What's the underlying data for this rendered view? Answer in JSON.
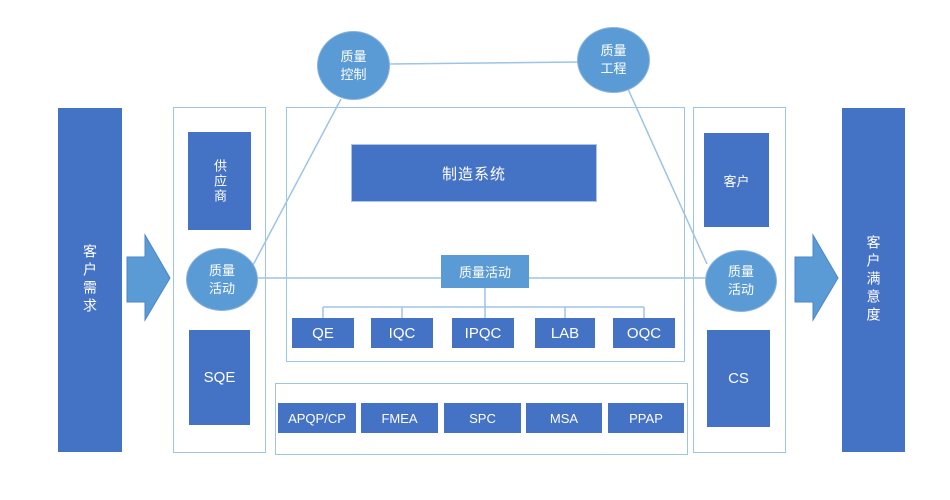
{
  "colors": {
    "dark_blue": "#4472C4",
    "light_blue": "#5B9BD5",
    "line_blue": "#9DC3E6",
    "text_white": "#FFFFFF"
  },
  "left_bar": {
    "label": "客户需求"
  },
  "right_bar": {
    "label": "客户满意度"
  },
  "flow_circles": {
    "quality_control": "质量\n控制",
    "quality_engineering": "质量\n工程",
    "left_quality_activity": "质量\n活动",
    "right_quality_activity": "质量\n活动"
  },
  "supplier_column": {
    "supplier": "供应商",
    "sqe": "SQE"
  },
  "customer_column": {
    "customer": "客户",
    "cs": "CS"
  },
  "center": {
    "manufacturing_system": "制造系统",
    "quality_activity_hub": "质量活动",
    "sub_boxes": [
      "QE",
      "IQC",
      "IPQC",
      "LAB",
      "OQC"
    ]
  },
  "tools": [
    "APQP/CP",
    "FMEA",
    "SPC",
    "MSA",
    "PPAP"
  ]
}
